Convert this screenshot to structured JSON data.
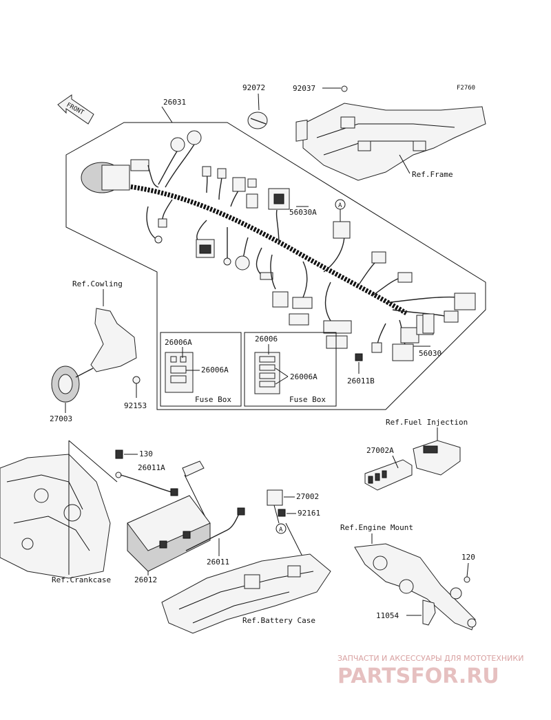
{
  "figure_code": "F2760",
  "direction_label": "FRONT",
  "main_box_label": "26031",
  "callouts": {
    "p92072": "92072",
    "p92037": "92037",
    "p56030A": "56030A",
    "p56030": "56030",
    "p26011B": "26011B",
    "p92153": "92153",
    "p27003": "27003",
    "p130": "130",
    "p26011A": "26011A",
    "p27002": "27002",
    "p92161": "92161",
    "p27002A": "27002A",
    "p26012": "26012",
    "p26011": "26011",
    "p120": "120",
    "p11054": "11054"
  },
  "references": {
    "frame": "Ref.Frame",
    "cowling": "Ref.Cowling",
    "fuel_injection": "Ref.Fuel Injection",
    "engine_mount": "Ref.Engine Mount",
    "crankcase": "Ref.Crankcase",
    "battery_case": "Ref.Battery Case"
  },
  "fuse_box_left": {
    "top_label": "26006A",
    "side_label": "26006A",
    "caption": "Fuse Box"
  },
  "fuse_box_right": {
    "top_label": "26006",
    "side_label": "26006A",
    "caption": "Fuse Box"
  },
  "connector_marker": "A",
  "watermark": {
    "tagline": "ЗАПЧАСТИ И АКСЕССУАРЫ ДЛЯ МОТОТЕХНИКИ",
    "brand": "PARTSFOR.RU"
  }
}
